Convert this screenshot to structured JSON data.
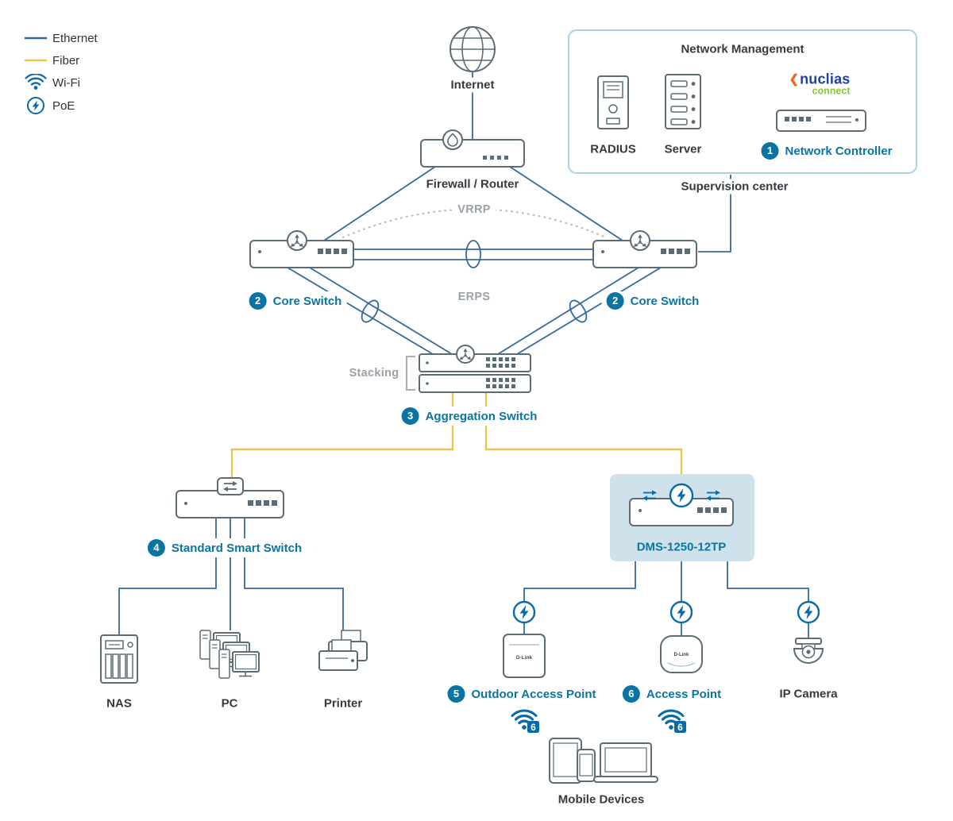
{
  "colors": {
    "ethernet": "#36699e",
    "fiber": "#e9c64f",
    "accent": "#0c74a2",
    "wifi_poe_blue": "#0b6aa8",
    "highlight": "#cfe2ec",
    "device_outline": "#5d6b75",
    "muted_text": "#9aa1a8",
    "dark_text": "#343a40",
    "brand_navy": "#21409a",
    "brand_green": "#8dc63f",
    "brand_orange": "#f26522"
  },
  "legend": {
    "ethernet": "Ethernet",
    "fiber": "Fiber",
    "wifi": "Wi-Fi",
    "poe": "PoE"
  },
  "nodes": {
    "internet": {
      "label": "Internet"
    },
    "firewall": {
      "label": "Firewall / Router"
    },
    "core_left": {
      "badge": "2",
      "label": "Core Switch"
    },
    "core_right": {
      "badge": "2",
      "label": "Core Switch"
    },
    "aggregation": {
      "badge": "3",
      "label": "Aggregation Switch"
    },
    "smart_switch": {
      "badge": "4",
      "label": "Standard Smart Switch"
    },
    "dms": {
      "label": "DMS-1250-12TP"
    },
    "outdoor_ap": {
      "badge": "5",
      "label": "Outdoor Access Point"
    },
    "access_point": {
      "badge": "6",
      "label": "Access Point"
    },
    "ip_camera": {
      "label": "IP Camera"
    },
    "nas": {
      "label": "NAS"
    },
    "pc": {
      "label": "PC"
    },
    "printer": {
      "label": "Printer"
    },
    "mobile": {
      "label": "Mobile Devices"
    }
  },
  "management": {
    "title": "Network Management",
    "radius": "RADIUS",
    "server": "Server",
    "controller_badge": "1",
    "controller": "Network Controller",
    "supervision": "Supervision center",
    "brand_chevron": "❮",
    "brand_name": "nuclias",
    "brand_sub": "connect"
  },
  "annotations": {
    "vrrp": "VRRP",
    "erps": "ERPS",
    "stacking": "Stacking",
    "wifi6": "6",
    "device_mark": "D-Link"
  }
}
